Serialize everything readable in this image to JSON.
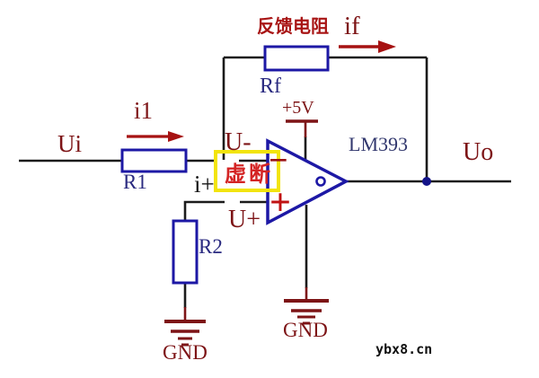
{
  "figure": {
    "type": "circuit-diagram",
    "description": "LM393 op-amp comparator circuit illustrating virtual break at inputs"
  },
  "labels": {
    "input_voltage": "Ui",
    "input_current": "i1",
    "r1": "R1",
    "r2": "R2",
    "rf": "Rf",
    "feedback_resistor_cn": "反馈电阻",
    "feedback_current": "if",
    "inverting_terminal": "U-",
    "noninverting_terminal": "U+",
    "noninverting_current": "i+",
    "virtual_break_cn": "虚断",
    "opamp_model": "LM393",
    "supply_voltage": "+5V",
    "output_voltage": "Uo",
    "ground_left": "GND",
    "ground_right": "GND",
    "minus_symbol": "−",
    "plus_symbol": "+",
    "watermark": "ybx8.cn"
  },
  "colors": {
    "wire": "#1b1b1b",
    "component_blue": "#1d18a5",
    "label_maroon": "#7d1416",
    "component_text_blue": "#2a2a80",
    "arrow_red": "#a61212",
    "annotation_red": "#d42424",
    "highlight_yellow": "#f2e40c",
    "junction_dot": "#141489",
    "background": "#ffffff"
  }
}
